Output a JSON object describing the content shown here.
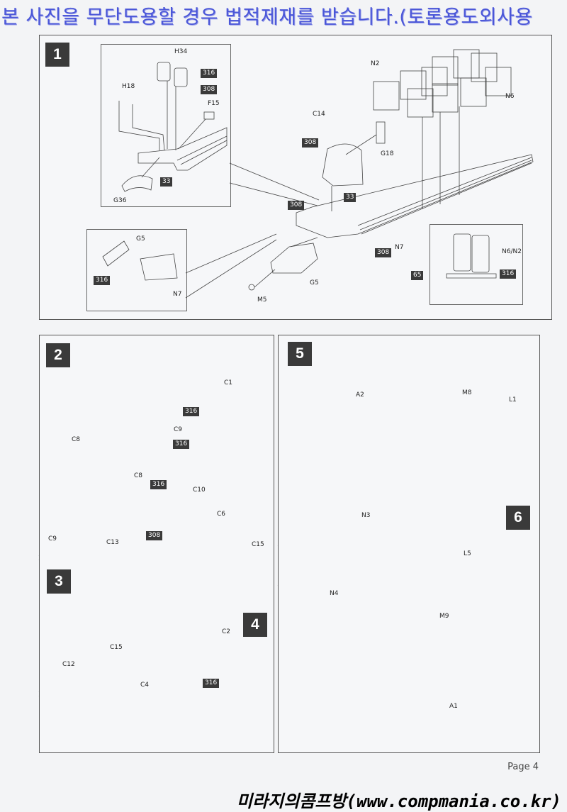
{
  "watermarks": {
    "top": "본 사진을 무단도용할 경우 법적제재를 받습니다.(토론용도외사용",
    "bottom": "미라지의콤프방(www.compmania.co.kr)"
  },
  "page": {
    "label": "Page 4"
  },
  "steps": [
    {
      "number": "1",
      "parts": [
        "H34",
        "H18",
        "F15",
        "G36",
        "C14",
        "G18",
        "N2",
        "N6",
        "N7",
        "G5",
        "M5",
        "N6/N2"
      ],
      "inset_labels": [
        "G5",
        "N7"
      ],
      "paints": [
        "316",
        "308",
        "33",
        "308",
        "33",
        "308",
        "308",
        "316",
        "65",
        "316"
      ]
    },
    {
      "number": "2",
      "parts": [
        "C1",
        "C9",
        "C8",
        "C8",
        "C9"
      ],
      "paints": [
        "316",
        "316",
        "316"
      ]
    },
    {
      "number": "3",
      "parts": [
        "C10",
        "C6",
        "C13",
        "C15",
        "C15",
        "C12"
      ],
      "paints": [
        "308"
      ]
    },
    {
      "number": "4",
      "parts": [
        "C2",
        "C4"
      ],
      "paints": [
        "316"
      ]
    },
    {
      "number": "5",
      "parts": [
        "A2",
        "M8",
        "L1",
        "N3"
      ],
      "paints": []
    },
    {
      "number": "6",
      "parts": [
        "L5",
        "N4",
        "M9",
        "A1"
      ],
      "paints": []
    }
  ]
}
